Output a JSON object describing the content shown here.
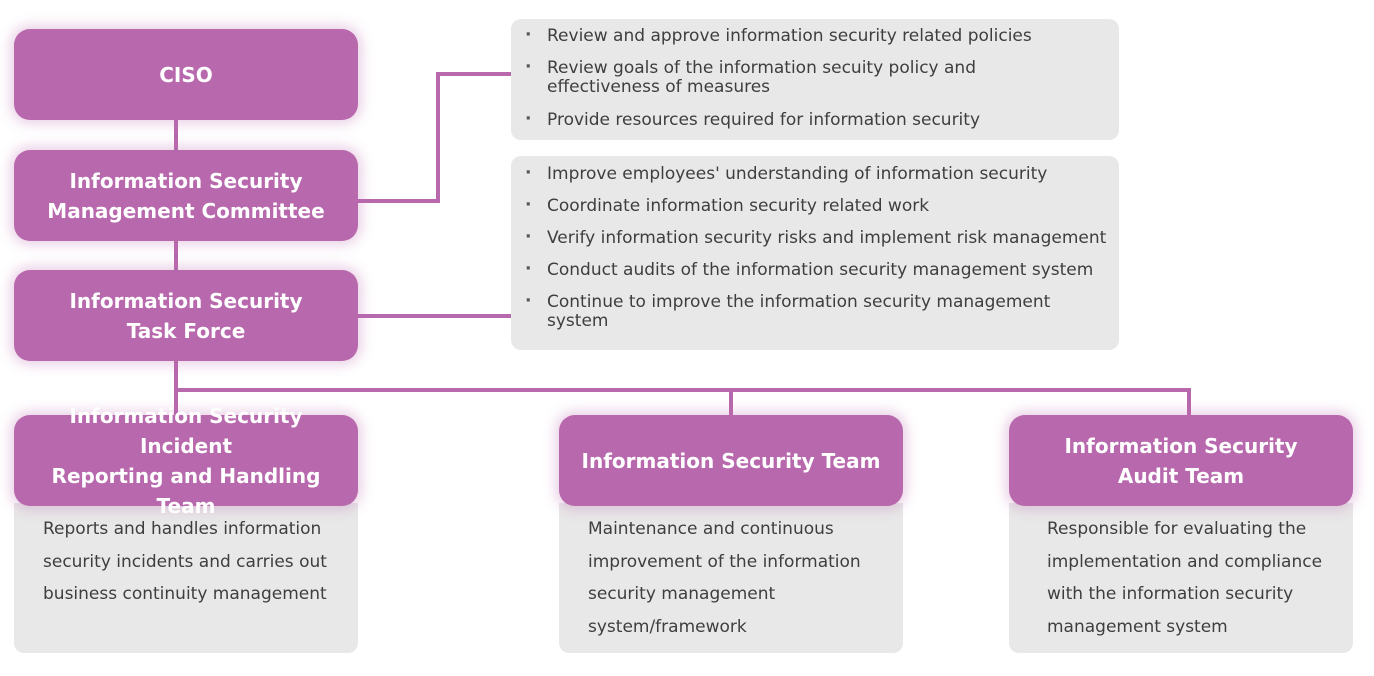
{
  "nodes": {
    "ciso": "CISO",
    "committee": [
      "Information Security",
      "Management Committee"
    ],
    "task_force": [
      "Information Security",
      "Task Force"
    ],
    "incident_team": [
      "Information Security Incident",
      "Reporting and Handling Team"
    ],
    "security_team": [
      "Information Security Team"
    ],
    "audit_team": [
      "Information Security",
      "Audit Team"
    ]
  },
  "committee_duties": [
    "Review and approve information security related policies",
    "Review goals of the information secuity policy and\neffectiveness of measures",
    "Provide resources required for information security"
  ],
  "task_force_duties": [
    "Improve employees' understanding of information security",
    "Coordinate information security related work",
    "Verify information security risks and implement risk management",
    "Conduct audits of the information security management system",
    "Continue to improve the information security management\nsystem"
  ],
  "team_descriptions": {
    "incident_team": [
      "Reports and handles information",
      "security incidents and carries out",
      "business continuity management"
    ],
    "security_team": [
      "Maintenance and continuous",
      "improvement of the information",
      "security management",
      "system/framework"
    ],
    "audit_team": [
      "Responsible for evaluating the",
      "implementation and compliance",
      "with the information security",
      "management system"
    ]
  }
}
